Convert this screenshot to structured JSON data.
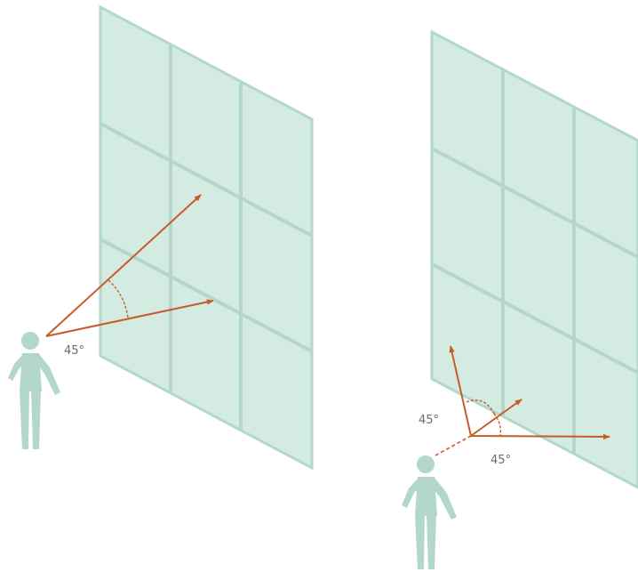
{
  "colors": {
    "glass_fill": "#d3ebe1",
    "mullion": "#b3d8c9",
    "person": "#b3d8c9",
    "arrow": "#c75b2a",
    "label_text": "#6b6b6b"
  },
  "left_scene": {
    "angle_label": "45°"
  },
  "right_scene": {
    "angle_label_upper": "45°",
    "angle_label_lower": "45°"
  }
}
